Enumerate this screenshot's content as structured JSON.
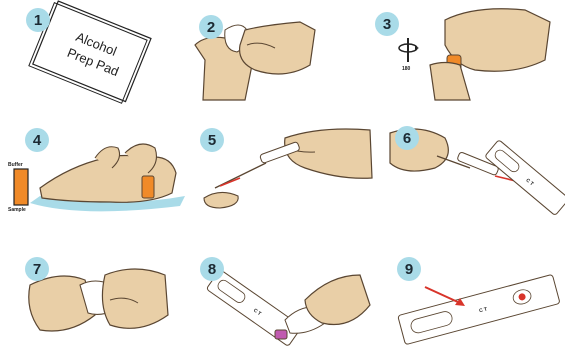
{
  "steps": [
    {
      "number": "1",
      "label": [
        "Alcohol",
        "Prep Pad"
      ]
    },
    {
      "number": "2"
    },
    {
      "number": "3",
      "label": "180"
    },
    {
      "number": "4",
      "vial_top": "Buffer",
      "vial_bottom": "Sample"
    },
    {
      "number": "5"
    },
    {
      "number": "6",
      "markings": "C T"
    },
    {
      "number": "7"
    },
    {
      "number": "8",
      "markings": "C T"
    },
    {
      "number": "9",
      "markings": "C T"
    }
  ],
  "colors": {
    "skin": "#e9cfa7",
    "skin_outline": "#5a4632",
    "vial": "#f08a28",
    "badge": "#a9dbe8",
    "blood": "#d8342a",
    "cap": "#c05ab0"
  }
}
